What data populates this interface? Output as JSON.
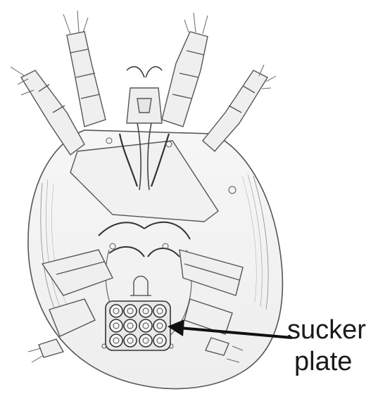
{
  "figure": {
    "subject": "mite-ventral-view",
    "callout": {
      "line1": "sucker",
      "line2": "plate"
    },
    "colors": {
      "background": "#ffffff",
      "body_fill": "#f3f3f3",
      "outline": "#555555",
      "dark_line": "#333333",
      "arrow": "#111111",
      "text": "#1a1a1a"
    }
  }
}
